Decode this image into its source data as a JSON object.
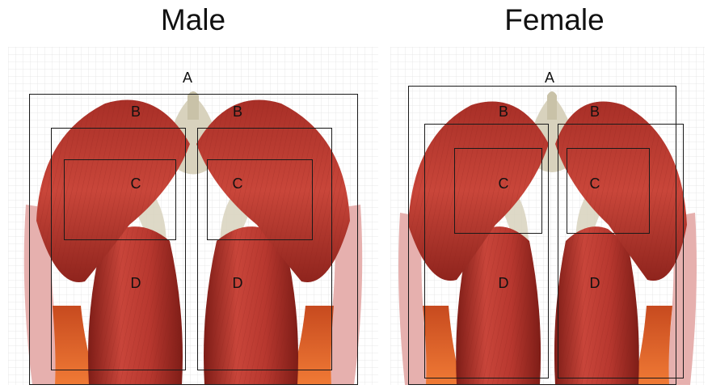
{
  "titles": {
    "male": "Male",
    "female": "Female"
  },
  "regions": {
    "a": "A",
    "b": "B",
    "c": "C",
    "d": "D"
  },
  "colors": {
    "muscle": "#b8382f",
    "muscle_dark": "#7e1d17",
    "muscle_light": "#d65a4c",
    "bone": "#d8d2bd",
    "skin": "#e6b0ae",
    "tendon_orange": "#e8652a",
    "grid": "#e3e3e3",
    "box": "#1a1a1a"
  }
}
